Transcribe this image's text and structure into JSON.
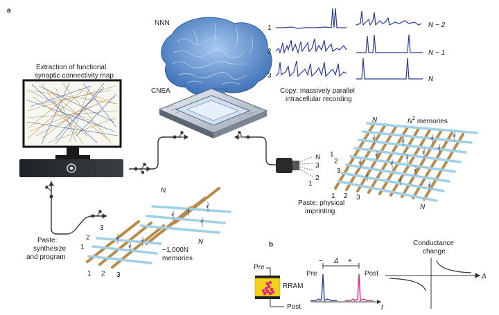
{
  "panel_a": {
    "panel_label": "a",
    "brain_label": "NNN",
    "chip_label": "CNEA",
    "monitor_caption_line1": "Extraction of functional",
    "monitor_caption_line2": "synaptic connectivity map",
    "copy_caption_line1": "Copy: massively parallel",
    "copy_caption_line2": "intracellular recording",
    "trace_labels": [
      "1",
      "2",
      "3",
      "N − 2",
      "N − 1",
      "N"
    ],
    "paste_physical_line1": "Paste: physical",
    "paste_physical_line2": "imprinting",
    "paste_synth_line1": "Paste:",
    "paste_synth_line2": "synthesize",
    "paste_synth_line3": "and program",
    "connector_pins": [
      "N",
      "3",
      "2",
      "1"
    ],
    "right_grid": {
      "top_label": "N",
      "memories_prefix": "N",
      "memories_sup": "2",
      "memories_suffix": " memories",
      "row_labels": [
        "1",
        "2",
        "3"
      ],
      "col_labels": [
        "1",
        "2",
        "3",
        "N"
      ]
    },
    "left_grid": {
      "top_label": "N",
      "row_labels": [
        "3",
        "2",
        "1"
      ],
      "col_labels": [
        "1",
        "2",
        "3"
      ],
      "right_label": "N",
      "memories_line1": "~1,000N",
      "memories_line2": "memories"
    }
  },
  "panel_b": {
    "panel_label": "b",
    "pre_label": "Pre",
    "post_label": "Post",
    "device_label": "RRAM",
    "spike_pre_label": "Pre",
    "spike_post_label": "Post",
    "minus_sign": "−",
    "delta_symbol": "Δ",
    "plus_sign": "+",
    "time_axis": "t",
    "conductance_line1": "Conductance",
    "conductance_line2": "change",
    "delta_axis": "Δ"
  },
  "colors": {
    "crossbar_blue": "#9fd0e8",
    "crossbar_tan": "#b88a4c",
    "trace_blue": "#2a3a9c",
    "pink": "#e0257a",
    "rram_yellow": "#f3d21c",
    "brain_blue": "#6fa3db"
  }
}
